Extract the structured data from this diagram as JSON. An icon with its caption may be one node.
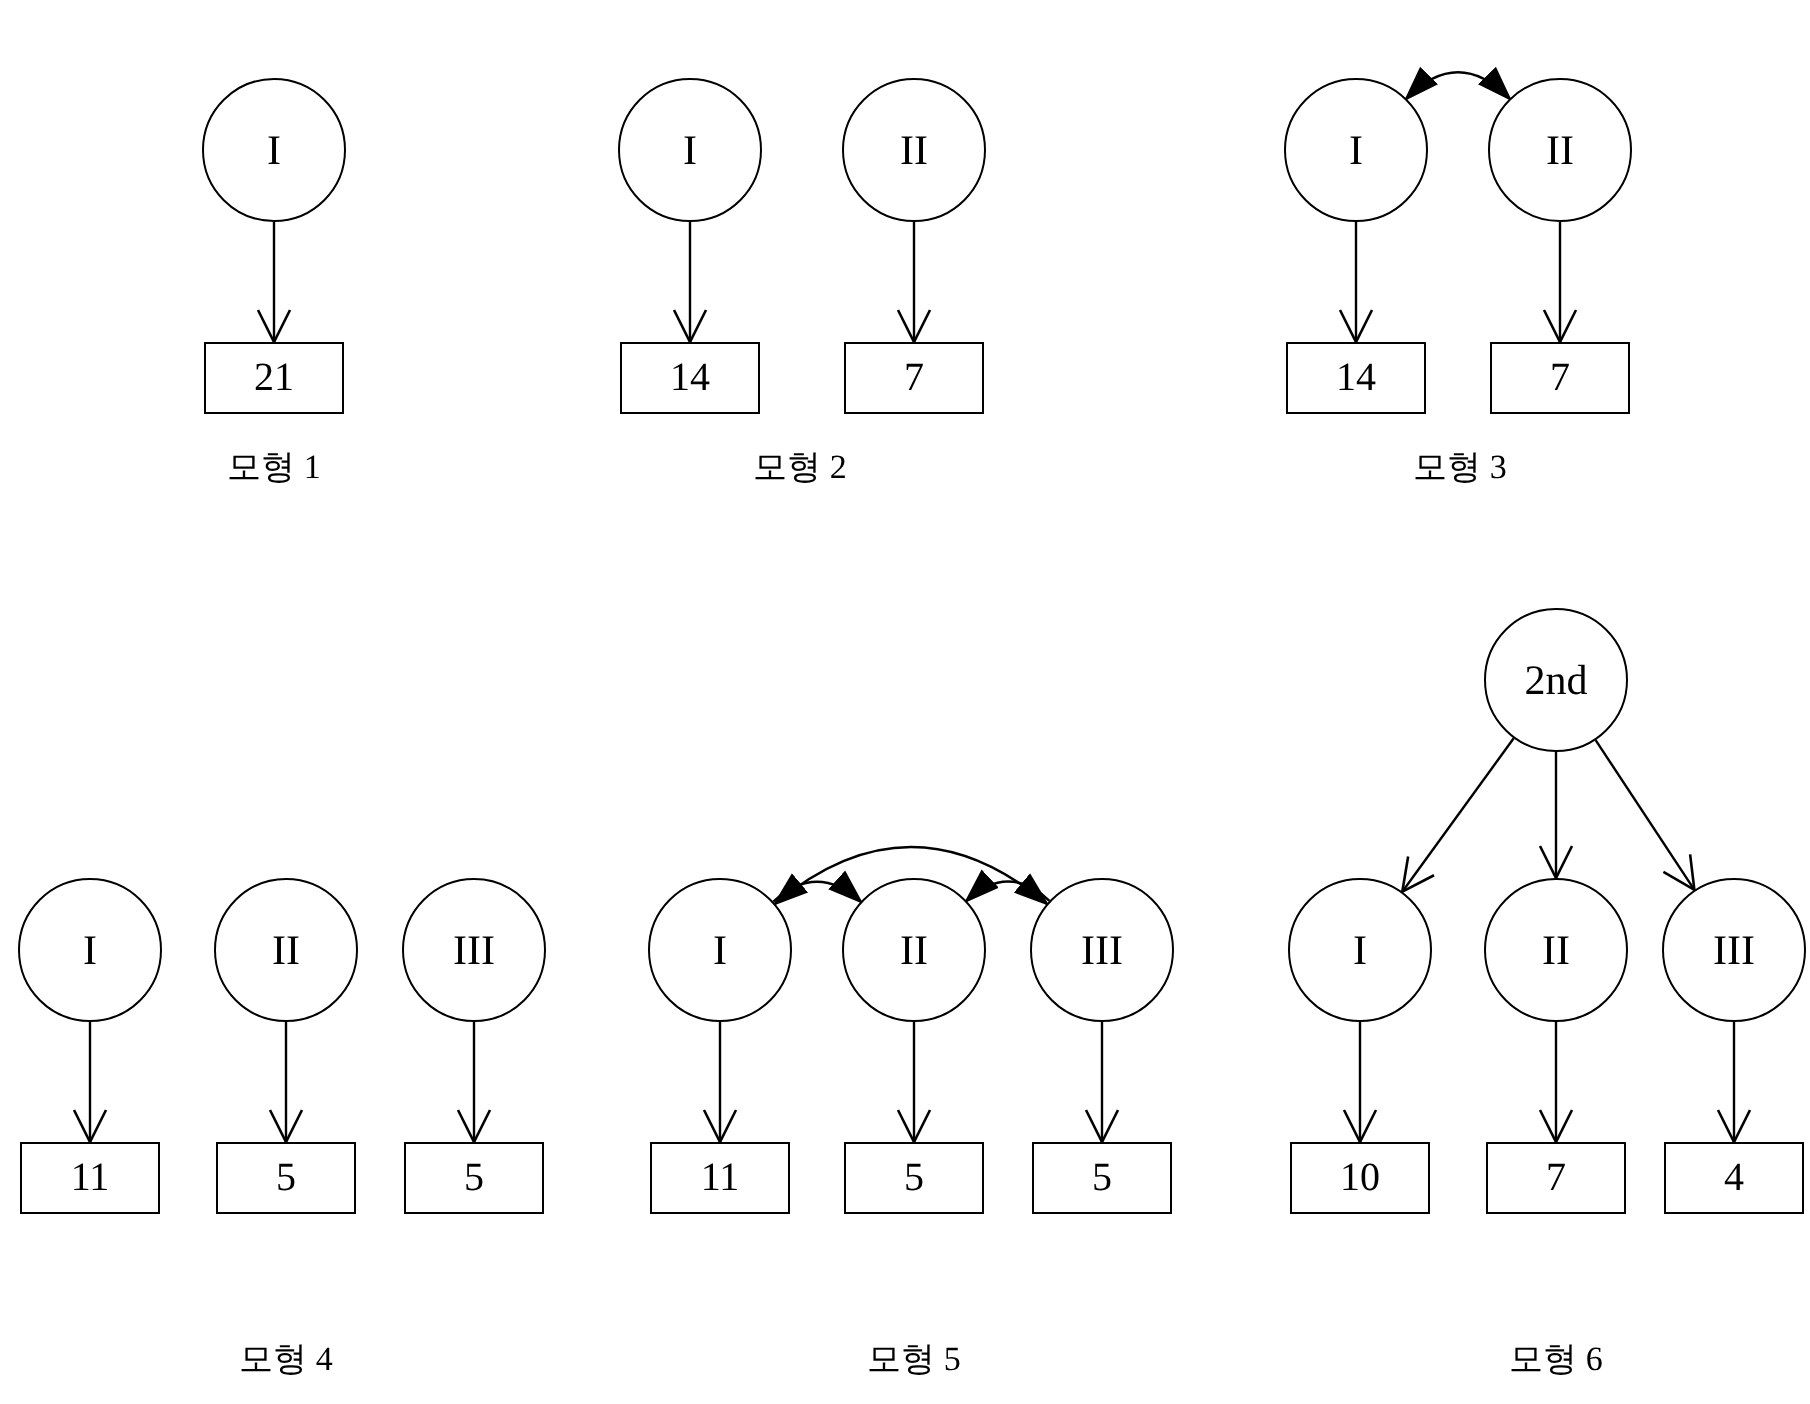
{
  "diagram": {
    "nodes": [
      {
        "text": [
          "I"
        ]
      },
      {
        "text": [
          "21"
        ]
      },
      {
        "text": [
          "I"
        ]
      },
      {
        "text": [
          "II"
        ]
      },
      {
        "text": [
          "14"
        ]
      },
      {
        "text": [
          "7"
        ]
      },
      {
        "text": [
          "I"
        ]
      },
      {
        "text": [
          "II"
        ]
      },
      {
        "text": [
          "14"
        ]
      },
      {
        "text": [
          "7"
        ]
      },
      {
        "text": [
          "I"
        ]
      },
      {
        "text": [
          "II"
        ]
      },
      {
        "text": [
          "III"
        ]
      },
      {
        "text": [
          "11"
        ]
      },
      {
        "text": [
          "5"
        ]
      },
      {
        "text": [
          "5"
        ]
      },
      {
        "text": [
          "I"
        ]
      },
      {
        "text": [
          "II"
        ]
      },
      {
        "text": [
          "III"
        ]
      },
      {
        "text": [
          "11"
        ]
      },
      {
        "text": [
          "5"
        ]
      },
      {
        "text": [
          "5"
        ]
      },
      {
        "text": [
          "2nd"
        ]
      },
      {
        "text": [
          "I"
        ]
      },
      {
        "text": [
          "II"
        ]
      },
      {
        "text": [
          "III"
        ]
      },
      {
        "text": [
          "10"
        ]
      },
      {
        "text": [
          "7"
        ]
      },
      {
        "text": [
          "4"
        ]
      }
    ],
    "edges": [
      {
        "from": 0,
        "to": 1,
        "arrow": "to"
      },
      {
        "from": 2,
        "to": 4,
        "arrow": "to"
      },
      {
        "from": 3,
        "to": 5,
        "arrow": "to"
      },
      {
        "from": 6,
        "to": 7,
        "arrow": "both"
      },
      {
        "from": 6,
        "to": 8,
        "arrow": "to"
      },
      {
        "from": 7,
        "to": 9,
        "arrow": "to"
      },
      {
        "from": 10,
        "to": 13,
        "arrow": "to"
      },
      {
        "from": 11,
        "to": 14,
        "arrow": "to"
      },
      {
        "from": 12,
        "to": 15,
        "arrow": "to"
      },
      {
        "from": 16,
        "to": 18,
        "arrow": "both"
      },
      {
        "from": 16,
        "to": 17,
        "arrow": "to"
      },
      {
        "from": 18,
        "to": 17,
        "arrow": "to"
      },
      {
        "from": 16,
        "to": 19,
        "arrow": "to"
      },
      {
        "from": 17,
        "to": 20,
        "arrow": "to"
      },
      {
        "from": 18,
        "to": 21,
        "arrow": "to"
      },
      {
        "from": 22,
        "to": 23,
        "arrow": "to"
      },
      {
        "from": 22,
        "to": 24,
        "arrow": "to"
      },
      {
        "from": 22,
        "to": 25,
        "arrow": "to"
      },
      {
        "from": 23,
        "to": 26,
        "arrow": "to"
      },
      {
        "from": 24,
        "to": 27,
        "arrow": "to"
      },
      {
        "from": 25,
        "to": 28,
        "arrow": "to"
      }
    ],
    "labels": [
      "모형 1",
      "모형 2",
      "모형 3",
      "모형 4",
      "모형 5",
      "모형 6"
    ]
  }
}
